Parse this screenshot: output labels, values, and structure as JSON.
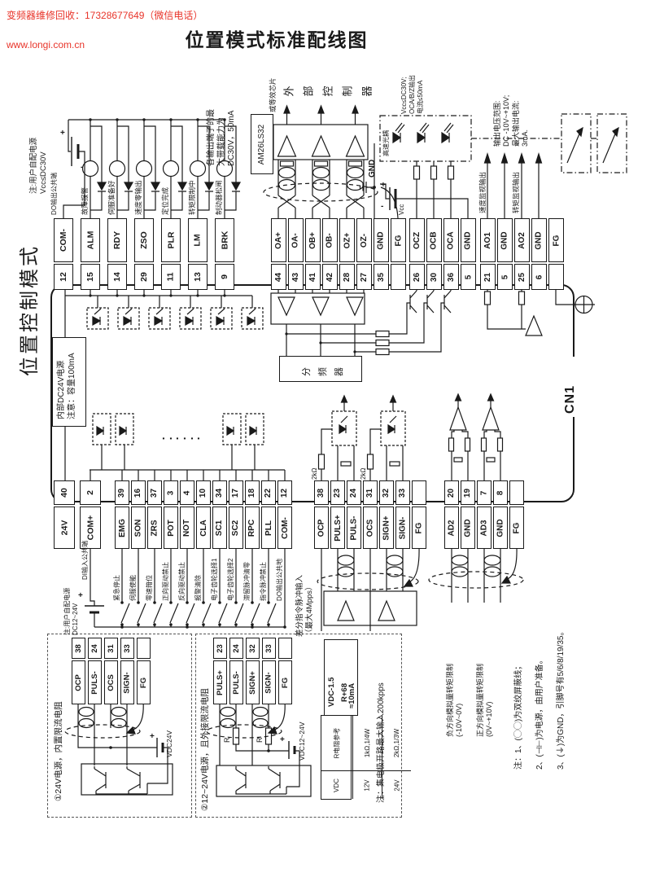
{
  "header": {
    "line1": "变频器维修回收：17328677649（微信电话）",
    "line2": "www.longi.com.cn",
    "title": "位置模式标准配线图"
  },
  "mode_label": "位置控制模式",
  "cn1": "CN1",
  "signs": {
    "plus": "+",
    "minus": "-"
  },
  "do_out": {
    "supply_note": "注:用户自配电源\nVcc≤DC30V",
    "common_label": "DO输出公共端",
    "labels": [
      "故障报警",
      "伺服准备好",
      "速度零输出",
      "定位完成",
      "转矩限制中",
      "制动器松闸"
    ],
    "max_note": "各输出端子的最\n大带载能力为\nDC30V，50mA"
  },
  "encoder": {
    "chip": "AM26LS32",
    "chip_note": "或等效芯片",
    "controller": "外部控制器",
    "gnd": "GND"
  },
  "oc_out": {
    "opto": "高速光耦",
    "vcc": "Vcc",
    "note": "Vcc≤DC30V;\nOCA/B/Z输出\n电流≤50mA"
  },
  "analog_out": {
    "speed": "速度监视输出",
    "torque": "转矩监视输出",
    "note": "输出电压范围:\nDC -10V~+10V;\n最大输出电流:\n3mA."
  },
  "internal": {
    "psu": "内部DC24V电源\n注意：容量100mA",
    "divider": "分频器",
    "r1": "2kΩ",
    "r2": "2kΩ",
    "dots": "······"
  },
  "di": {
    "common": "DI输入公共端",
    "supply_note": "注:用户自配电源\nDC12~24V",
    "labels": [
      "紧急停止",
      "伺服使能",
      "零速箝位",
      "正向驱动禁止",
      "反向驱动禁止",
      "报警清除",
      "电子齿轮选择1",
      "电子齿轮选择2",
      "滞留脉冲清零",
      "指令脉冲禁止",
      "DO输出公共地"
    ]
  },
  "pulse": {
    "diff_note": "差分指令脉冲输入\n（最大4Mpps）"
  },
  "analog_in": {
    "neg": "负方向模拟量转矩限制\n(-10V~0V)",
    "pos": "正方向模拟量转矩限制\n(0V~+10V)"
  },
  "strips": {
    "g1": [
      {
        "name": "COM-",
        "num": "12"
      },
      {
        "name": "ALM",
        "num": "15"
      },
      {
        "name": "RDY",
        "num": "14"
      },
      {
        "name": "ZSO",
        "num": "29"
      },
      {
        "name": "PLR",
        "num": "11"
      },
      {
        "name": "LM",
        "num": "13"
      },
      {
        "name": "BRK",
        "num": "9"
      }
    ],
    "g2": [
      {
        "name": "OA+",
        "num": "44"
      },
      {
        "name": "OA-",
        "num": "43"
      },
      {
        "name": "OB+",
        "num": "41"
      },
      {
        "name": "OB-",
        "num": "42"
      },
      {
        "name": "OZ+",
        "num": "28"
      },
      {
        "name": "OZ-",
        "num": "27"
      },
      {
        "name": "GND",
        "num": "35"
      },
      {
        "name": "FG",
        "num": ""
      }
    ],
    "g3": [
      {
        "name": "OCZ",
        "num": "26"
      },
      {
        "name": "OCB",
        "num": "30"
      },
      {
        "name": "OCA",
        "num": "36"
      },
      {
        "name": "GND",
        "num": "5"
      }
    ],
    "g4": [
      {
        "name": "AO1",
        "num": "21"
      },
      {
        "name": "GND",
        "num": "5"
      },
      {
        "name": "AO2",
        "num": "25"
      },
      {
        "name": "GND",
        "num": "6"
      },
      {
        "name": "FG",
        "num": ""
      }
    ],
    "m1": [
      {
        "name": "24V",
        "num": "40"
      },
      {
        "name": "COM+",
        "num": "2"
      }
    ],
    "m2": [
      {
        "name": "EMG",
        "num": "39"
      },
      {
        "name": "SON",
        "num": "16"
      },
      {
        "name": "ZRS",
        "num": "37"
      },
      {
        "name": "POT",
        "num": "3"
      },
      {
        "name": "NOT",
        "num": "4"
      },
      {
        "name": "CLA",
        "num": "10"
      },
      {
        "name": "SC1",
        "num": "34"
      },
      {
        "name": "SC2",
        "num": "17"
      },
      {
        "name": "RPC",
        "num": "18"
      },
      {
        "name": "PLL",
        "num": "22"
      },
      {
        "name": "COM-",
        "num": "12"
      }
    ],
    "m3": [
      {
        "name": "OCP",
        "num": "38"
      },
      {
        "name": "PULS+",
        "num": "23"
      },
      {
        "name": "PULS-",
        "num": "24"
      },
      {
        "name": "OCS",
        "num": "31"
      },
      {
        "name": "SIGN+",
        "num": "32"
      },
      {
        "name": "SIGN-",
        "num": "33"
      },
      {
        "name": "FG",
        "num": ""
      }
    ],
    "m4": [
      {
        "name": "AD2",
        "num": "20"
      },
      {
        "name": "GND",
        "num": "19"
      },
      {
        "name": "AD3",
        "num": "7"
      },
      {
        "name": "GND",
        "num": "8"
      },
      {
        "name": "FG",
        "num": ""
      }
    ],
    "b1": [
      {
        "name": "OCP",
        "num": "38"
      },
      {
        "name": "PULS-",
        "num": "24"
      },
      {
        "name": "OCS",
        "num": "31"
      },
      {
        "name": "SIGN-",
        "num": "33"
      },
      {
        "name": "FG",
        "num": ""
      }
    ],
    "b2": [
      {
        "name": "PULS+",
        "num": "23"
      },
      {
        "name": "PULS-",
        "num": "24"
      },
      {
        "name": "SIGN+",
        "num": "32"
      },
      {
        "name": "SIGN-",
        "num": "33"
      },
      {
        "name": "FG",
        "num": ""
      }
    ]
  },
  "box1": {
    "title": "①24V电源，内置限流电阻",
    "batt": "VDC24V"
  },
  "box2": {
    "title": "②12~24V电源，且外接限流电阻",
    "batt": "VDC12~24V",
    "r1": "R",
    "r2": "R"
  },
  "ref_table": {
    "formula_num": "VDC-1.5",
    "formula_den": "R+68",
    "approx": "≈10mA",
    "c1_top": "R电阻参考",
    "c1_bot": "VDC",
    "c2_top": "1kΩ,1/4W",
    "c2_bot": "12V",
    "c3_top": "2kΩ,1/3W",
    "c3_bot": "24V",
    "note": "注：集电极开路最大输入200kpps"
  },
  "notes": {
    "n1": "注：1、(◯◯)为双绞屏蔽线；",
    "n2": "2、(⊣⊢)为电源，由用户准备。",
    "n3": "3、(⏚)为GND，引脚号有5/6/8/19/35。"
  }
}
